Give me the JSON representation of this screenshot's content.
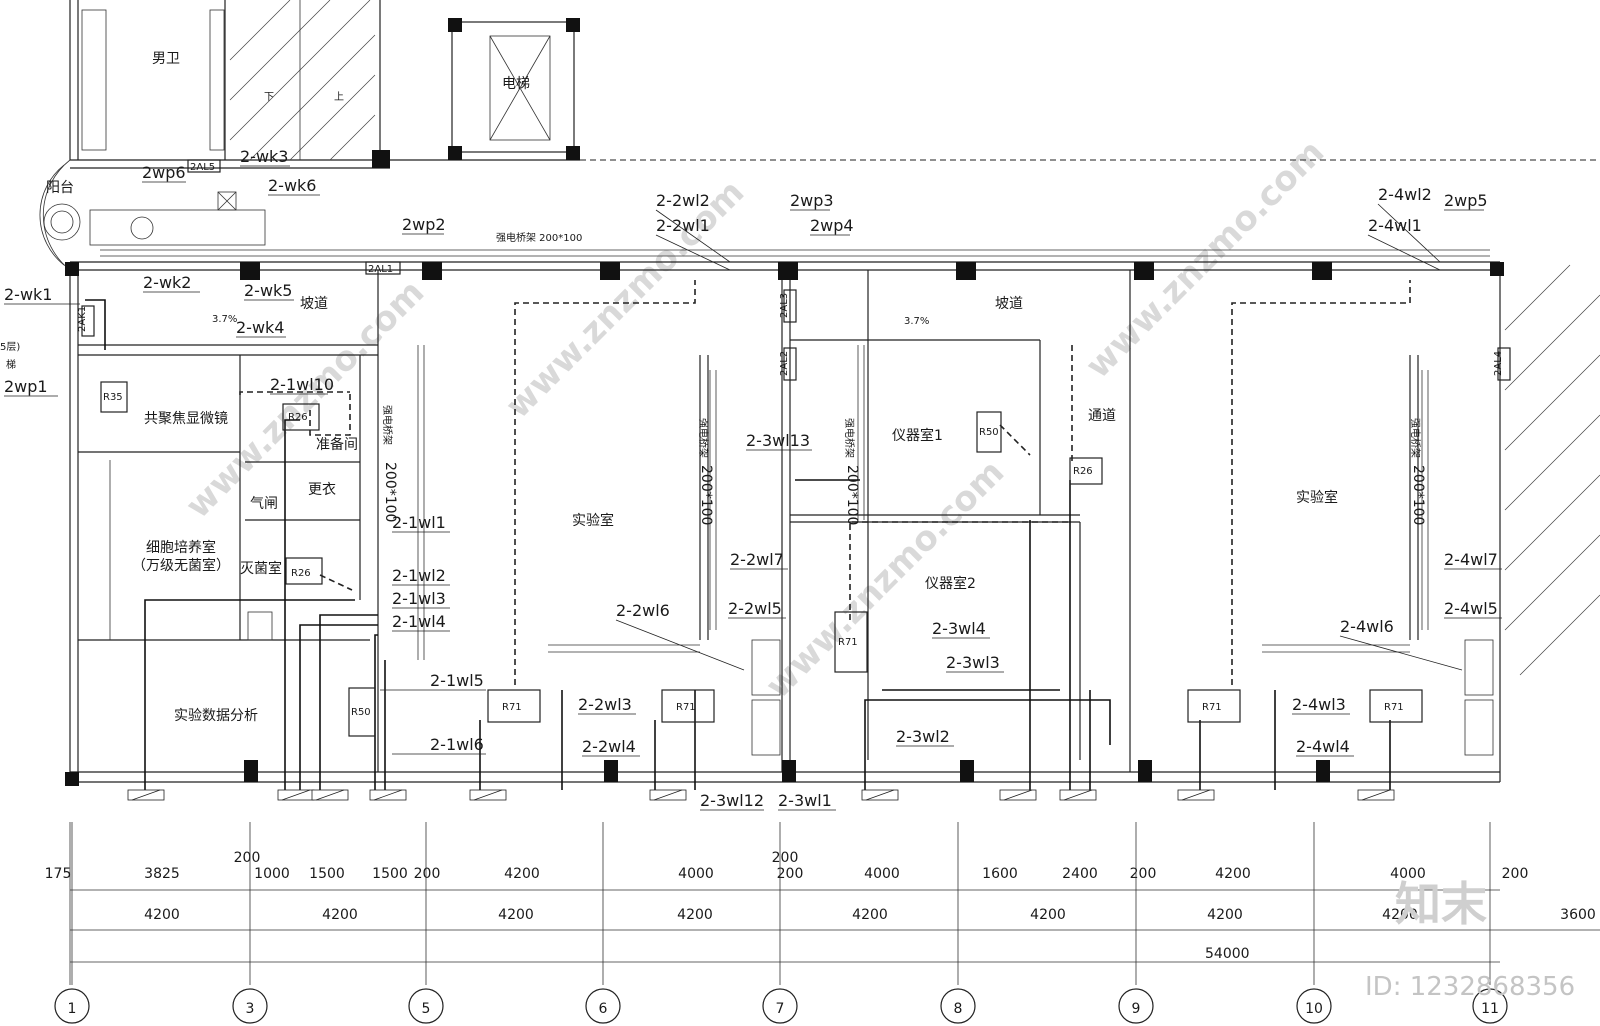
{
  "rooms": {
    "toilet": "男卫",
    "elevator": "电梯",
    "balcony": "阳台",
    "ramp_left": "坡道",
    "ramp_right": "坡道",
    "confocal": "共聚焦显微镜",
    "prep": "准备间",
    "airlock": "气闸",
    "changing": "更衣",
    "cell_culture_1": "细胞培养室",
    "cell_culture_2": "（万级无菌室）",
    "sterilize": "灭菌室",
    "data_analysis": "实验数据分析",
    "lab_left": "实验室",
    "lab_right": "实验室",
    "instrument1": "仪器室1",
    "instrument2": "仪器室2",
    "corridor": "通道"
  },
  "slopes": [
    "3.7%",
    "3.7%"
  ],
  "tray": {
    "top": "强电桥架  200*100",
    "vertical_label": "强电桥架",
    "vertical_size": "200*100"
  },
  "panels": [
    "2AL5",
    "2AL1",
    "2AL3",
    "2AL2",
    "2AL4",
    "2AK1"
  ],
  "equipment": [
    "R35",
    "R26",
    "R26",
    "R50",
    "R71",
    "R71",
    "R50",
    "R26",
    "R71",
    "R71",
    "R71"
  ],
  "circuits": {
    "wk": [
      "2-wk1",
      "2-wk2",
      "2-wk3",
      "2-wk4",
      "2-wk5",
      "2-wk6"
    ],
    "wp": [
      "2wp1",
      "2wp2",
      "2wp3",
      "2wp4",
      "2wp5",
      "2wp6"
    ],
    "wl1": [
      "2-1wl1",
      "2-1wl2",
      "2-1wl3",
      "2-1wl4",
      "2-1wl5",
      "2-1wl6",
      "2-1wl10"
    ],
    "wl2": [
      "2-2wl1",
      "2-2wl2",
      "2-2wl3",
      "2-2wl4",
      "2-2wl5",
      "2-2wl6",
      "2-2wl7"
    ],
    "wl3": [
      "2-3wl1",
      "2-3wl2",
      "2-3wl3",
      "2-3wl4",
      "2-3wl12",
      "2-3wl13"
    ],
    "wl4": [
      "2-4wl1",
      "2-4wl2",
      "2-4wl3",
      "2-4wl4",
      "2-4wl5",
      "2-4wl6",
      "2-4wl7"
    ]
  },
  "dims": {
    "row1": [
      "175",
      "3825",
      "200",
      "1000",
      "1500",
      "1500",
      "200",
      "4200",
      "4000",
      "200",
      "200",
      "4000",
      "1600",
      "2400",
      "200",
      "4200",
      "4000",
      "200"
    ],
    "row2": [
      "4200",
      "4200",
      "4200",
      "4200",
      "4200",
      "4200",
      "4200",
      "4200",
      "3600"
    ],
    "total": "54000"
  },
  "axes": [
    "1",
    "3",
    "5",
    "6",
    "7",
    "8",
    "9",
    "10",
    "11"
  ],
  "side": {
    "floor_note": "5层)",
    "stair": "梯",
    "up": "上",
    "down": "下"
  },
  "watermark": {
    "brand": "知末",
    "id": "ID: 1232868356",
    "site": "www.znzmo.com"
  }
}
